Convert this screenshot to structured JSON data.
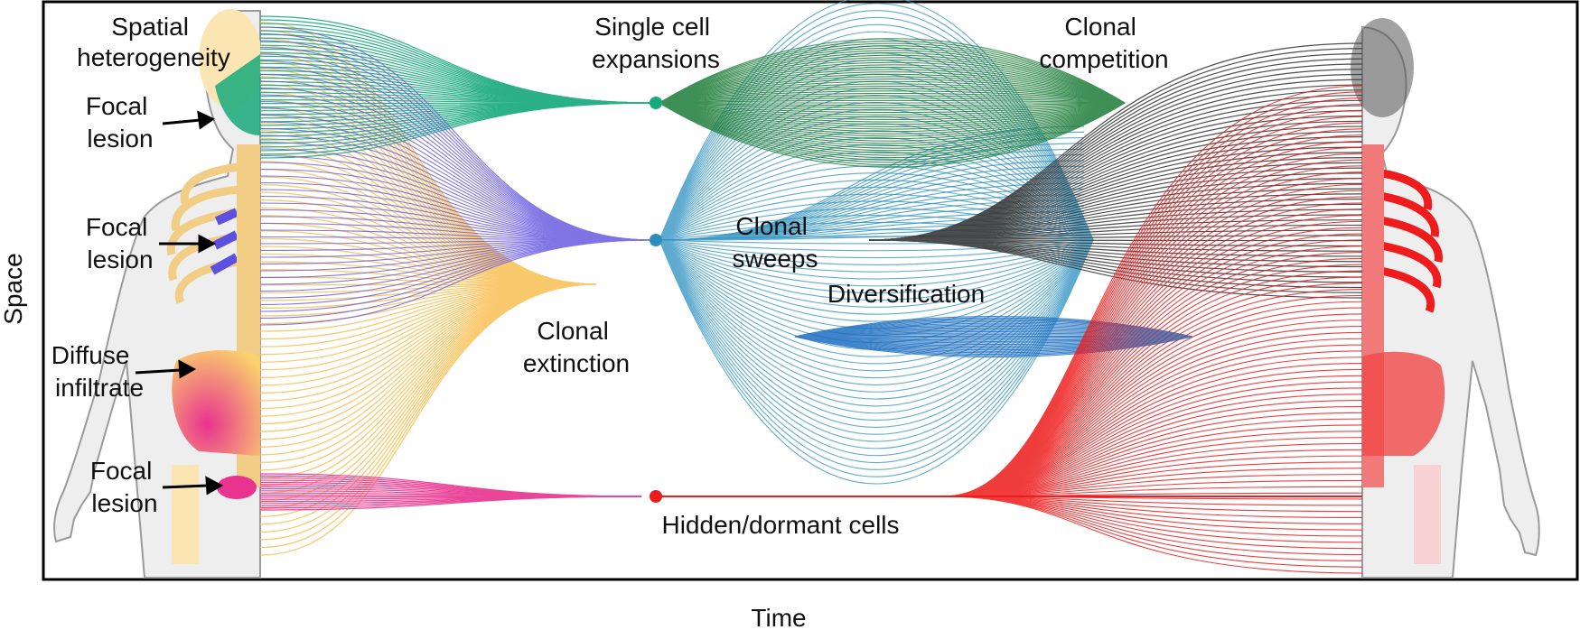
{
  "axes": {
    "x_label": "Time",
    "y_label": "Space"
  },
  "labels": {
    "spatial": [
      "Spatial",
      "heterogeneity"
    ],
    "focal1": [
      "Focal",
      "lesion"
    ],
    "focal2": [
      "Focal",
      "lesion"
    ],
    "diffuse": [
      "Diffuse",
      "infiltrate"
    ],
    "focal3": [
      "Focal",
      "lesion"
    ],
    "single_cell": [
      "Single cell",
      "expansions"
    ],
    "clonal_extinction": [
      "Clonal",
      "extinction"
    ],
    "clonal_sweeps": [
      "Clonal",
      "sweeps"
    ],
    "diversification": "Diversification",
    "hidden": "Hidden/dormant cells",
    "clonal_competition": [
      "Clonal",
      "competition"
    ]
  },
  "colors": {
    "yellow": "#f9c45f",
    "teal": "#16a97a",
    "purple": "#6b5de0",
    "pink": "#e8338f",
    "cyan": "#2a8fbf",
    "green": "#1e7d3a",
    "blue": "#1f6fc0",
    "dark": "#3b3b3b",
    "red": "#ee1c1c",
    "body": "#eeeeee",
    "bone": "#fbe6b3"
  }
}
